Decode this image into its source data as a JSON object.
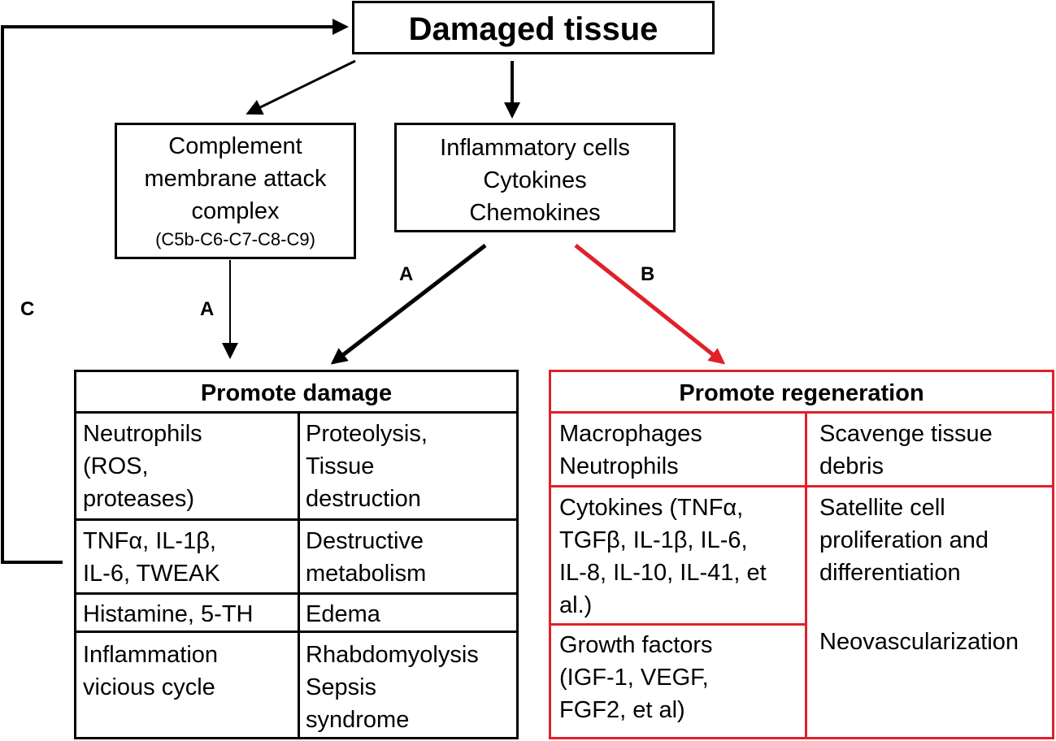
{
  "top_box": {
    "title": "Damaged tissue"
  },
  "complement_box": {
    "line1": "Complement",
    "line2": "membrane attack",
    "line3": "complex",
    "line4": "(C5b-C6-C7-C8-C9)"
  },
  "inflammatory_box": {
    "line1": "Inflammatory cells",
    "line2": "Cytokines",
    "line3": "Chemokines"
  },
  "arrow_labels": {
    "a_left": "A",
    "a_mid": "A",
    "b": "B",
    "c": "C"
  },
  "damage_table": {
    "header": "Promote damage",
    "rows": [
      {
        "left": "Neutrophils\n(ROS,\nproteases)",
        "right": "Proteolysis,\nTissue\ndestruction"
      },
      {
        "left": "TNFα, IL-1β,\nIL-6, TWEAK",
        "right": "Destructive\nmetabolism"
      },
      {
        "left": "Histamine, 5-TH",
        "right": "Edema"
      },
      {
        "left": "Inflammation\nvicious cycle",
        "right": "Rhabdomyolysis\nSepsis\nsyndrome"
      }
    ]
  },
  "regen_table": {
    "header": "Promote regeneration",
    "left": [
      "Macrophages\nNeutrophils",
      "Cytokines (TNFα,\nTGFβ, IL-1β, IL-6,\nIL-8, IL-10, IL-41, et\nal.)",
      "Growth factors\n(IGF-1, VEGF,\nFGF2, et al)"
    ],
    "right": [
      "Scavenge tissue\ndebris",
      "Satellite cell\nproliferation and\ndifferentiation",
      "Neovascularization"
    ]
  },
  "colors": {
    "black": "#000000",
    "red": "#e0202a"
  }
}
